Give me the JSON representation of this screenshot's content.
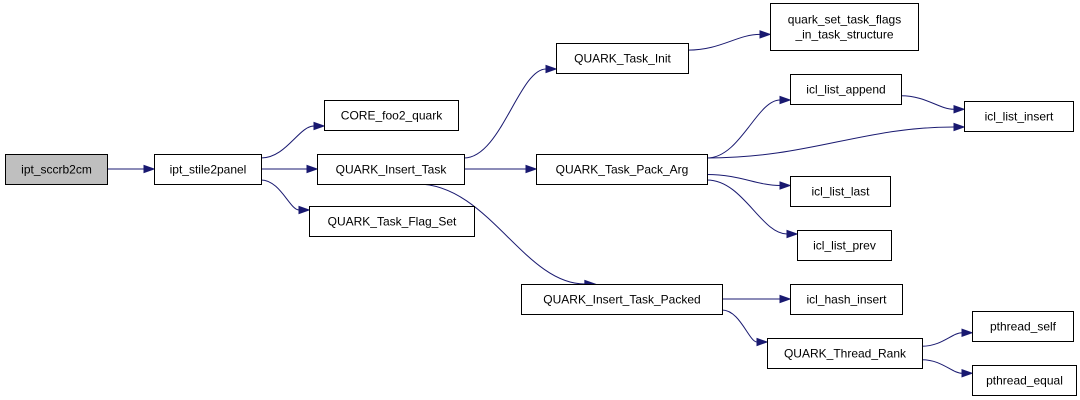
{
  "graph": {
    "edge_color": "#191970",
    "root_fill": "#bfbfbf",
    "nodes": {
      "ipt_sccrb2cm": [
        "ipt_sccrb2cm"
      ],
      "ipt_stile2panel": [
        "ipt_stile2panel"
      ],
      "core_foo2_quark": [
        "CORE_foo2_quark"
      ],
      "quark_insert_task": [
        "QUARK_Insert_Task"
      ],
      "quark_task_flag_set": [
        "QUARK_Task_Flag_Set"
      ],
      "quark_task_init": [
        "QUARK_Task_Init"
      ],
      "quark_task_pack_arg": [
        "QUARK_Task_Pack_Arg"
      ],
      "quark_insert_task_packed": [
        "QUARK_Insert_Task_Packed"
      ],
      "quark_set_task_flags": [
        "quark_set_task_flags",
        "_in_task_structure"
      ],
      "icl_list_append": [
        "icl_list_append"
      ],
      "icl_list_insert": [
        "icl_list_insert"
      ],
      "icl_list_last": [
        "icl_list_last"
      ],
      "icl_list_prev": [
        "icl_list_prev"
      ],
      "icl_hash_insert": [
        "icl_hash_insert"
      ],
      "quark_thread_rank": [
        "QUARK_Thread_Rank"
      ],
      "pthread_self": [
        "pthread_self"
      ],
      "pthread_equal": [
        "pthread_equal"
      ]
    },
    "edges": [
      [
        "ipt_sccrb2cm",
        "ipt_stile2panel"
      ],
      [
        "ipt_stile2panel",
        "core_foo2_quark"
      ],
      [
        "ipt_stile2panel",
        "quark_insert_task"
      ],
      [
        "ipt_stile2panel",
        "quark_task_flag_set"
      ],
      [
        "quark_insert_task",
        "quark_task_init"
      ],
      [
        "quark_insert_task",
        "quark_task_pack_arg"
      ],
      [
        "quark_insert_task",
        "quark_insert_task_packed"
      ],
      [
        "quark_task_init",
        "quark_set_task_flags"
      ],
      [
        "quark_task_pack_arg",
        "icl_list_append"
      ],
      [
        "quark_task_pack_arg",
        "icl_list_insert"
      ],
      [
        "quark_task_pack_arg",
        "icl_list_last"
      ],
      [
        "quark_task_pack_arg",
        "icl_list_prev"
      ],
      [
        "icl_list_append",
        "icl_list_insert"
      ],
      [
        "quark_insert_task_packed",
        "icl_hash_insert"
      ],
      [
        "quark_insert_task_packed",
        "quark_thread_rank"
      ],
      [
        "quark_thread_rank",
        "pthread_self"
      ],
      [
        "quark_thread_rank",
        "pthread_equal"
      ]
    ]
  }
}
